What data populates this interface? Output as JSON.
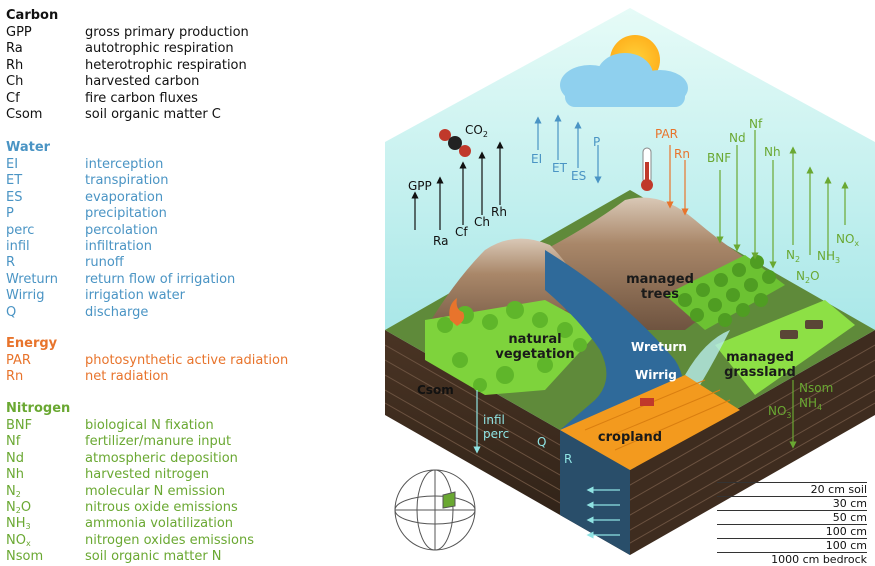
{
  "legend": {
    "carbon": {
      "title": "Carbon",
      "items": [
        {
          "abbr": "GPP",
          "desc": "gross primary production"
        },
        {
          "abbr": "Ra",
          "desc": "autotrophic respiration"
        },
        {
          "abbr": "Rh",
          "desc": "heterotrophic respiration"
        },
        {
          "abbr": "Ch",
          "desc": "harvested carbon"
        },
        {
          "abbr": "Cf",
          "desc": "fire carbon fluxes"
        },
        {
          "abbr": "Csom",
          "desc": "soil organic matter C"
        }
      ]
    },
    "water": {
      "title": "Water",
      "items": [
        {
          "abbr": "EI",
          "desc": "interception"
        },
        {
          "abbr": "ET",
          "desc": "transpiration"
        },
        {
          "abbr": "ES",
          "desc": "evaporation"
        },
        {
          "abbr": "P",
          "desc": "precipitation"
        },
        {
          "abbr": "perc",
          "desc": "percolation"
        },
        {
          "abbr": "infil",
          "desc": "infiltration"
        },
        {
          "abbr": "R",
          "desc": "runoff"
        },
        {
          "abbr": "Wreturn",
          "desc": "return flow of irrigation"
        },
        {
          "abbr": "Wirrig",
          "desc": "irrigation water"
        },
        {
          "abbr": "Q",
          "desc": "discharge"
        }
      ]
    },
    "energy": {
      "title": "Energy",
      "items": [
        {
          "abbr": "PAR",
          "desc": "photosynthetic active radiation"
        },
        {
          "abbr": "Rn",
          "desc": "net radiation"
        }
      ]
    },
    "nitrogen": {
      "title": "Nitrogen",
      "items": [
        {
          "abbr": "BNF",
          "desc": "biological N fixation"
        },
        {
          "abbr": "Nf",
          "desc": "fertilizer/manure input"
        },
        {
          "abbr": "Nd",
          "desc": "atmospheric deposition"
        },
        {
          "abbr": "Nh",
          "desc": "harvested nitrogen"
        },
        {
          "abbr": "N",
          "abbr_sub": "2",
          "desc": "molecular N emission"
        },
        {
          "abbr": "N",
          "abbr_sub": "2",
          "abbr_tail": "O",
          "desc": "nitrous oxide emissions"
        },
        {
          "abbr": "NH",
          "abbr_sub": "3",
          "desc": "ammonia volatilization"
        },
        {
          "abbr": "NO",
          "abbr_sub": "x",
          "desc": "nitrogen oxides emissions"
        },
        {
          "abbr": "Nsom",
          "desc": "soil organic matter N"
        }
      ]
    }
  },
  "colors": {
    "carbon": "#111111",
    "water": "#4a94c4",
    "energy": "#e8742c",
    "nitrogen": "#6aa832",
    "sky": "#a9e6e6",
    "soil_dark": "#3b2a1e",
    "grass": "#7bd13a",
    "crop": "#f39a1e",
    "river": "#2f6a9a"
  },
  "diagram": {
    "carbon_labels": {
      "gpp": "GPP",
      "ra": "Ra",
      "cf": "Cf",
      "ch": "Ch",
      "rh": "Rh",
      "co2": "CO",
      "co2_sub": "2"
    },
    "water_labels": {
      "ei": "EI",
      "et": "ET",
      "es": "ES",
      "p": "P",
      "wreturn": "Wreturn",
      "wirrig": "Wirrig",
      "infil": "infil",
      "perc": "perc",
      "q": "Q",
      "r": "R"
    },
    "energy_labels": {
      "par": "PAR",
      "rn": "Rn"
    },
    "nitrogen_labels": {
      "bnf": "BNF",
      "nd": "Nd",
      "nf": "Nf",
      "nh": "Nh",
      "n2": "N",
      "n2_sub": "2",
      "n2o": "N",
      "n2o_sub": "2",
      "n2o_tail": "O",
      "nh3": "NH",
      "nh3_sub": "3",
      "nox": "NO",
      "nox_sub": "x",
      "nsom": "Nsom",
      "no3": "NO",
      "no3_sub": "3",
      "nh4": "NH",
      "nh4_sub": "4"
    },
    "soil_label": "Csom",
    "areas": {
      "natural_vegetation": "natural vegetation",
      "managed_trees": "managed trees",
      "managed_grassland": "managed grassland",
      "cropland": "cropland"
    },
    "soil_layers": [
      "20 cm soil",
      "30 cm",
      "50 cm",
      "100 cm",
      "100 cm",
      "1000 cm bedrock"
    ]
  }
}
